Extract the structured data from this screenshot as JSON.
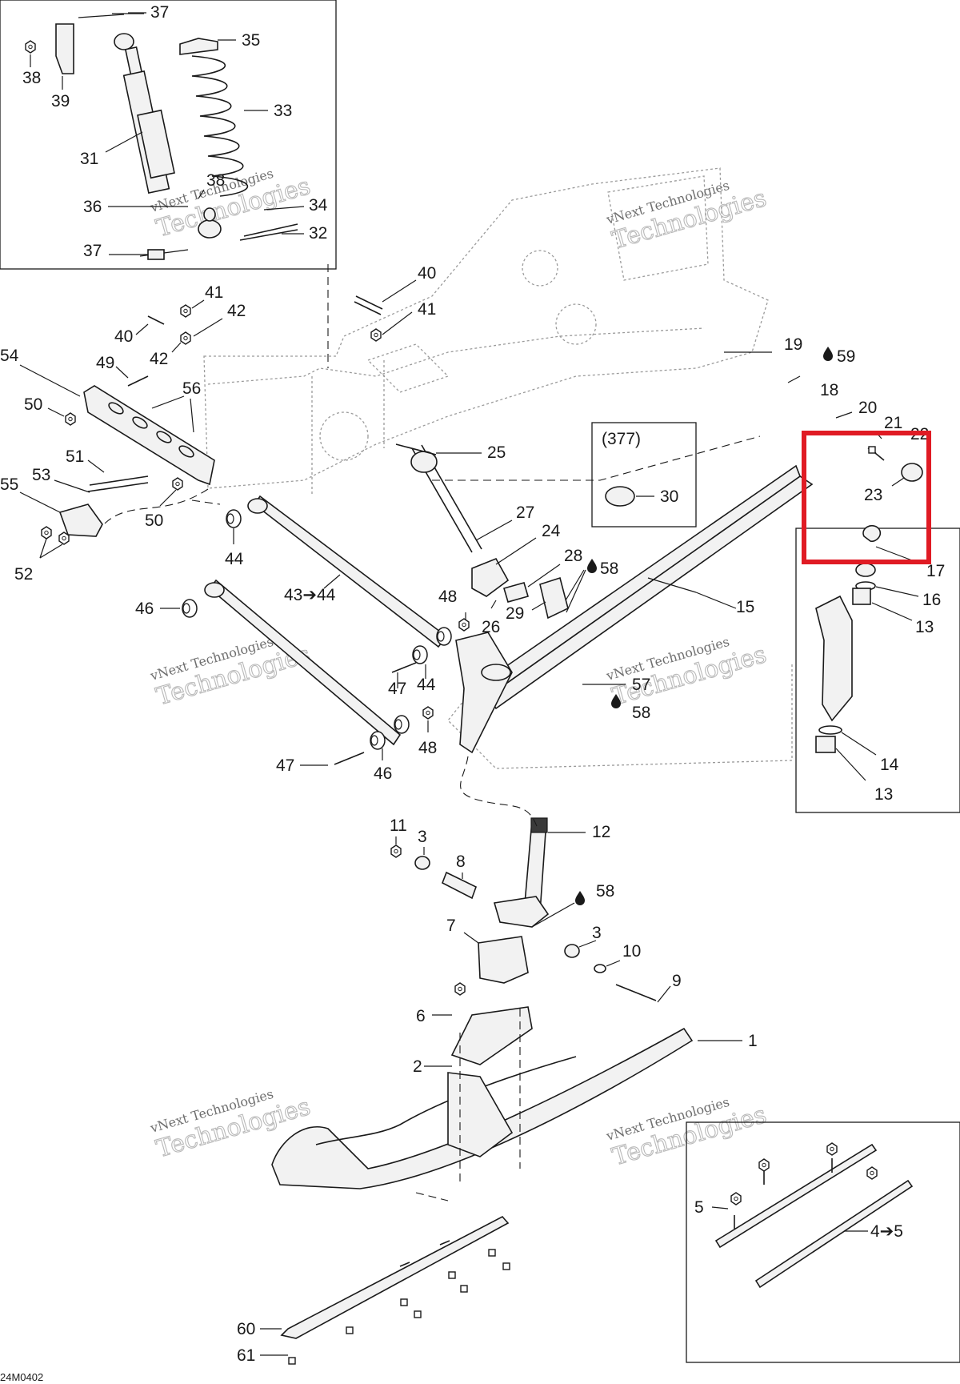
{
  "diagram": {
    "drawing_code": "24M0402",
    "watermark": {
      "line1": "vNext Technologies",
      "line2": "Technologies"
    },
    "highlight_color": "#e01b24",
    "inset_shock_callouts": [
      "37",
      "35",
      "38",
      "39",
      "33",
      "31",
      "38",
      "36",
      "34",
      "32",
      "37"
    ],
    "main_callouts": [
      "40",
      "41",
      "41",
      "42",
      "40",
      "42",
      "54",
      "49",
      "56",
      "50",
      "19",
      "59",
      "18",
      "20",
      "21",
      "22",
      "25",
      "51",
      "53",
      "55",
      "50",
      "52",
      "44",
      "43➔44",
      "46",
      "48",
      "26",
      "27",
      "24",
      "28",
      "58",
      "29",
      "15",
      "47",
      "44",
      "57",
      "58",
      "48",
      "47",
      "46",
      "11",
      "3",
      "8",
      "12",
      "58",
      "7",
      "3",
      "10",
      "9",
      "6",
      "1",
      "2",
      "60",
      "61"
    ],
    "inset_spindle_callouts": [
      "17",
      "16",
      "13",
      "14",
      "13"
    ],
    "inset_runner_callouts": [
      "5",
      "4➔5"
    ],
    "inset_377": {
      "ref": "(377)",
      "part": "30"
    },
    "highlighted_part": "23",
    "icon_drop": "oil-drop-icon",
    "icon_arrow": "arrow-right-icon"
  }
}
